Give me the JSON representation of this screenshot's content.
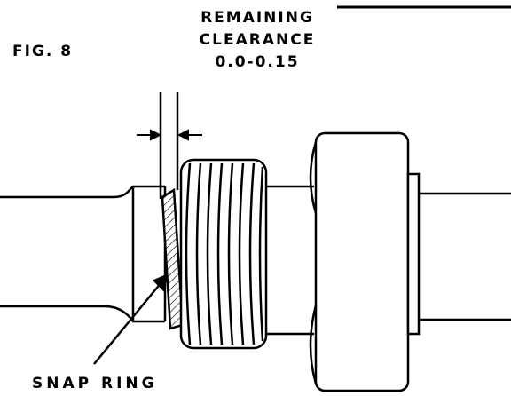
{
  "figure": {
    "label": "FIG. 8",
    "callout_title_lines": [
      "REMAINING",
      "CLEARANCE",
      "0.0-0.15"
    ],
    "part_label": "SNAP RING"
  }
}
